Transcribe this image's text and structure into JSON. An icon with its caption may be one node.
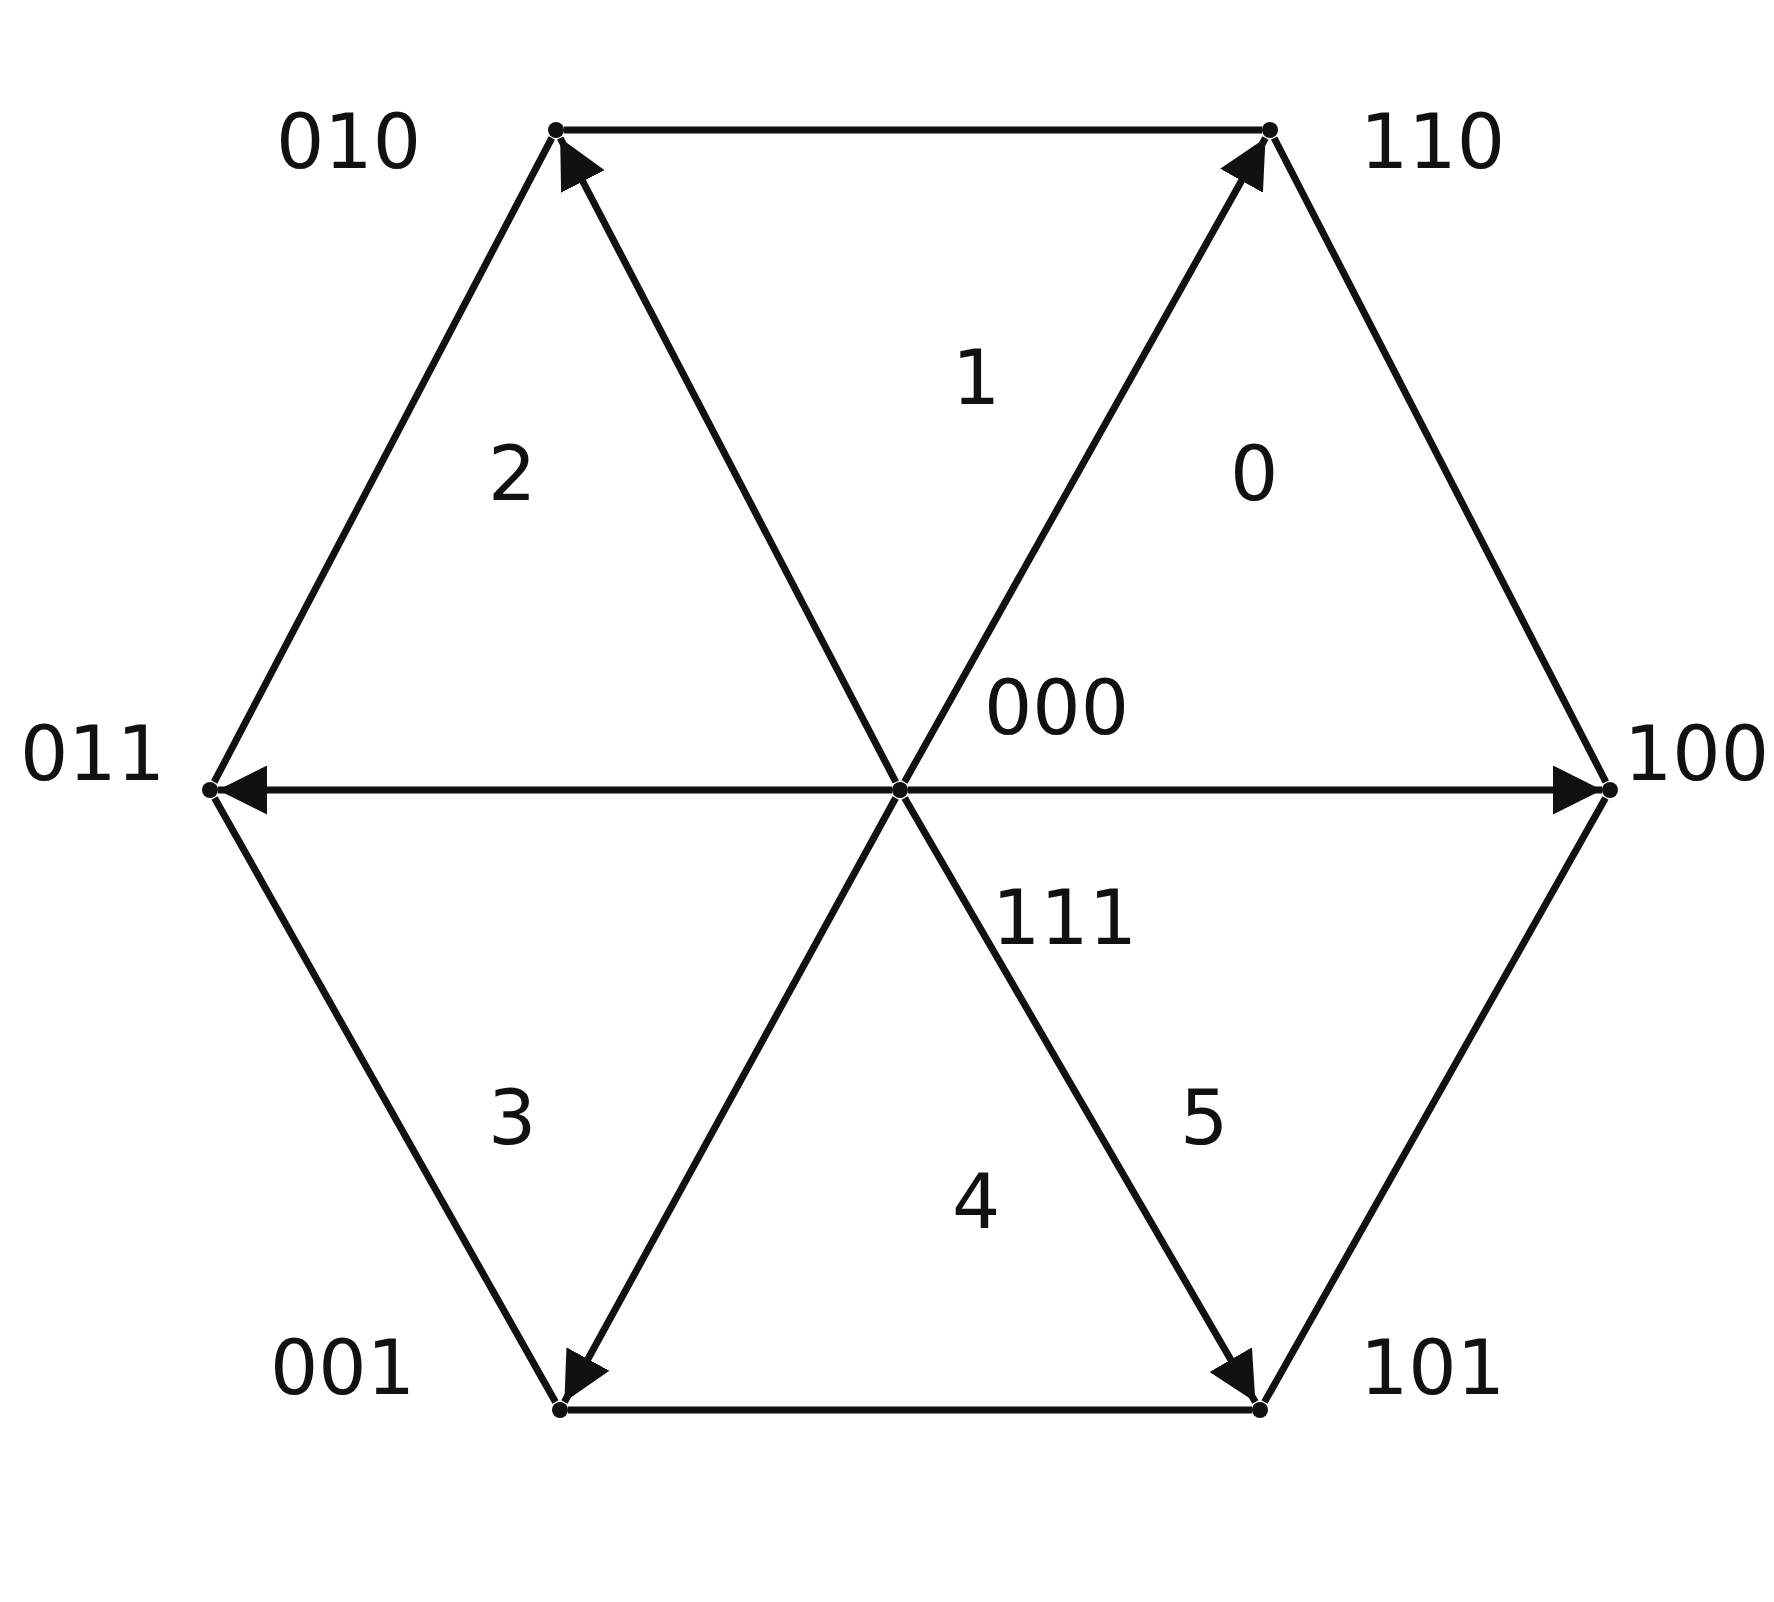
{
  "diagram": {
    "nodes": [
      {
        "text": [],
        "shape": "point",
        "beside": [
          "010"
        ]
      },
      {
        "text": [],
        "shape": "point",
        "beside": [
          "110"
        ]
      },
      {
        "text": [],
        "shape": "point",
        "beside": [
          "011"
        ]
      },
      {
        "text": [],
        "shape": "point"
      },
      {
        "text": [],
        "shape": "point",
        "beside": [
          "100"
        ]
      },
      {
        "text": [],
        "shape": "point",
        "beside": [
          "001"
        ]
      },
      {
        "text": [],
        "shape": "point",
        "beside": [
          "101"
        ]
      }
    ],
    "edges": [
      {
        "from": 3,
        "to": 0,
        "arrow": "to"
      },
      {
        "from": 3,
        "to": 1,
        "arrow": "to"
      },
      {
        "from": 3,
        "to": 2,
        "arrow": "to"
      },
      {
        "from": 3,
        "to": 4,
        "arrow": "to"
      },
      {
        "from": 3,
        "to": 5,
        "arrow": "to"
      },
      {
        "from": 3,
        "to": 6,
        "arrow": "to"
      },
      {
        "from": 0,
        "to": 1,
        "arrow": "none"
      },
      {
        "from": 1,
        "to": 4,
        "arrow": "none"
      },
      {
        "from": 4,
        "to": 6,
        "arrow": "none"
      },
      {
        "from": 6,
        "to": 5,
        "arrow": "none"
      },
      {
        "from": 5,
        "to": 2,
        "arrow": "none"
      },
      {
        "from": 2,
        "to": 0,
        "arrow": "none"
      }
    ],
    "labels": [
      "1",
      "2",
      "0",
      "000",
      "111",
      "3",
      "4",
      "5"
    ]
  }
}
